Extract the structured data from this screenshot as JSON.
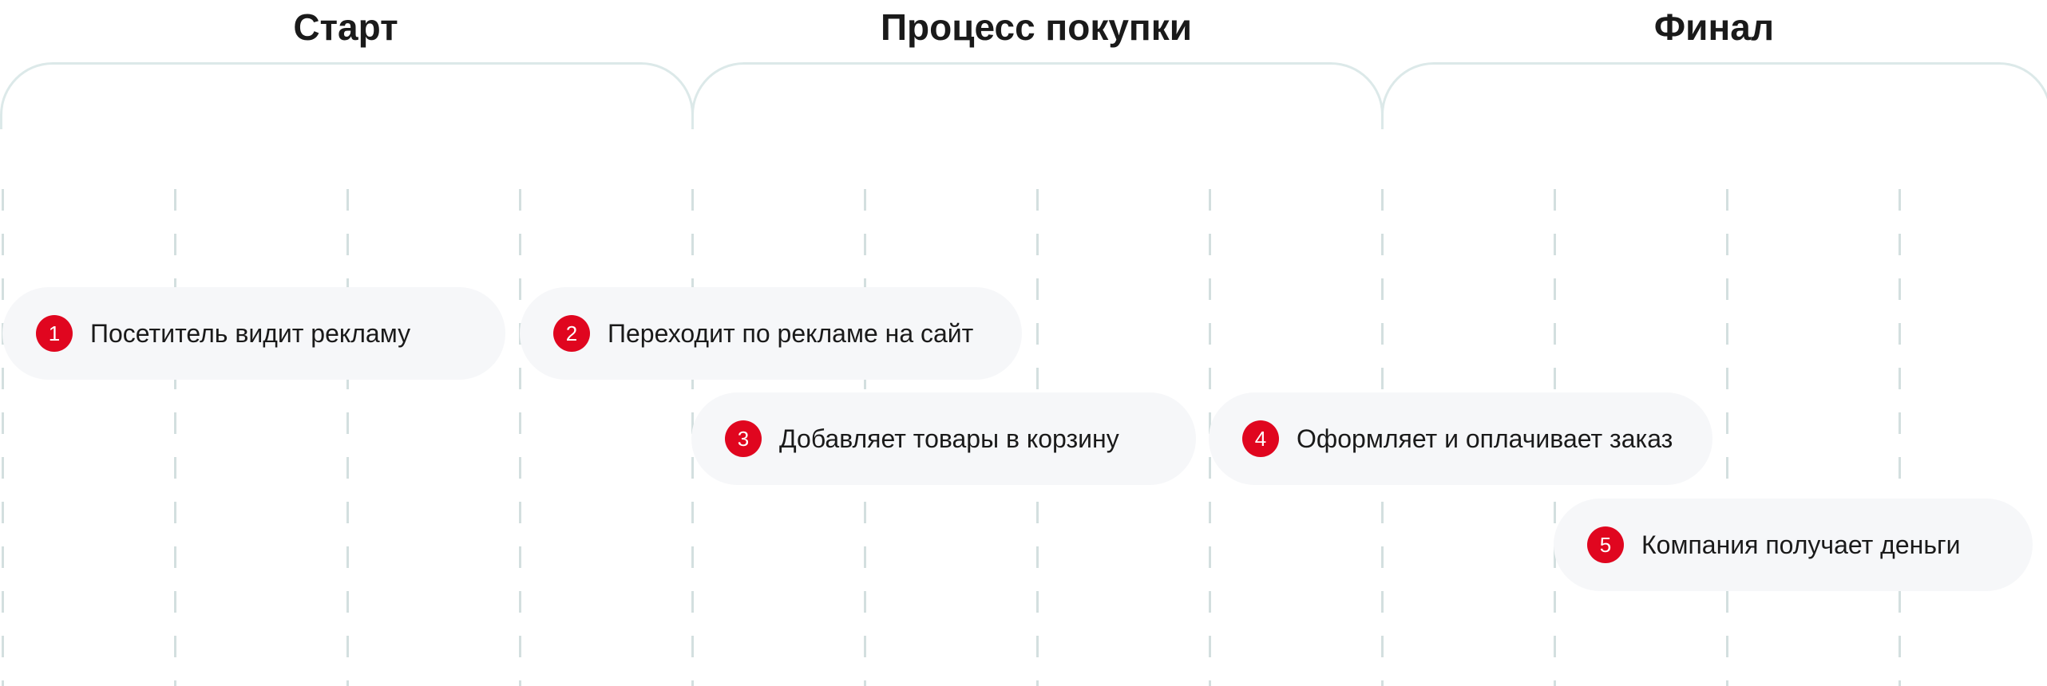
{
  "phases": [
    {
      "title": "Старт"
    },
    {
      "title": "Процесс покупки"
    },
    {
      "title": "Финал"
    }
  ],
  "steps": [
    {
      "number": "1",
      "label": "Посетитель видит рекламу"
    },
    {
      "number": "2",
      "label": "Переходит по рекламе на сайт"
    },
    {
      "number": "3",
      "label": "Добавляет товары в корзину"
    },
    {
      "number": "4",
      "label": "Оформляет и оплачивает заказ"
    },
    {
      "number": "5",
      "label": "Компания получает деньги"
    }
  ],
  "colors": {
    "accent": "#e0061f",
    "pill": "#f6f7f9",
    "grid": "#d3dfdf"
  }
}
